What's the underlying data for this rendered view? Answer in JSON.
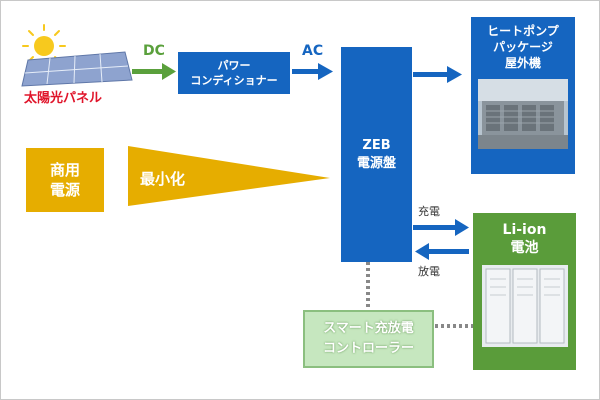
{
  "solar_panel": {
    "label": "太陽光パネル"
  },
  "flows": {
    "dc": "DC",
    "ac": "AC",
    "minimize": "最小化",
    "charge": "充電",
    "discharge": "放電"
  },
  "power_conditioner": {
    "line1": "パワー",
    "line2": "コンディショナー"
  },
  "commercial_power": {
    "line1": "商用",
    "line2": "電源"
  },
  "zeb_panel": {
    "line1": "ZEB",
    "line2": "電源盤"
  },
  "heat_pump": {
    "line1": "ヒートポンプ",
    "line2": "パッケージ",
    "line3": "屋外機"
  },
  "li_ion": {
    "line1": "Li-ion",
    "line2": "電池"
  },
  "controller": {
    "line1": "スマート充放電",
    "line2": "コントローラー"
  },
  "colors": {
    "blue": "#1565c0",
    "green_arrow": "#5aa03c",
    "yellow": "#e6ad00",
    "li_green": "#5a9c3a",
    "controller_bg": "#c6e7bf",
    "solar_label": "#e0142a"
  }
}
